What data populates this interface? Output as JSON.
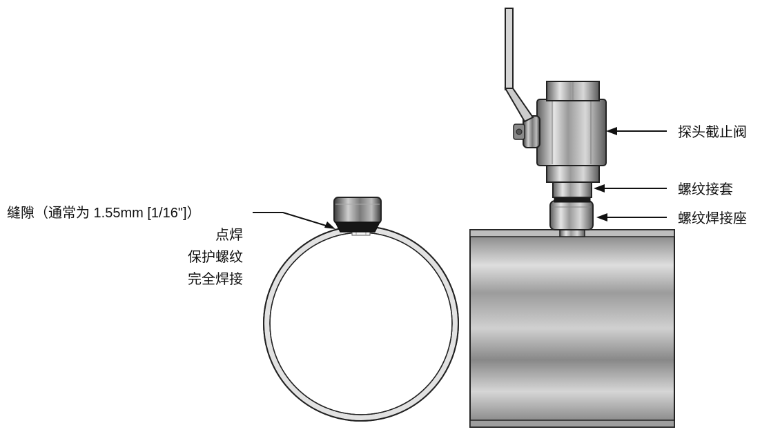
{
  "labels": {
    "gap": "缝隙（通常为 1.55mm [1/16\"]）",
    "spot_weld": "点焊",
    "protect_thread": "保护螺纹",
    "full_weld": "完全焊接",
    "isolation_valve": "探头截止阀",
    "threaded_coupling": "螺纹接套",
    "threaded_weldolet": "螺纹焊接座"
  },
  "colors": {
    "line": "#111111",
    "metal_light": "#e6e6e6",
    "metal_mid": "#b4b4b4",
    "metal_dark": "#6e6e6e"
  }
}
